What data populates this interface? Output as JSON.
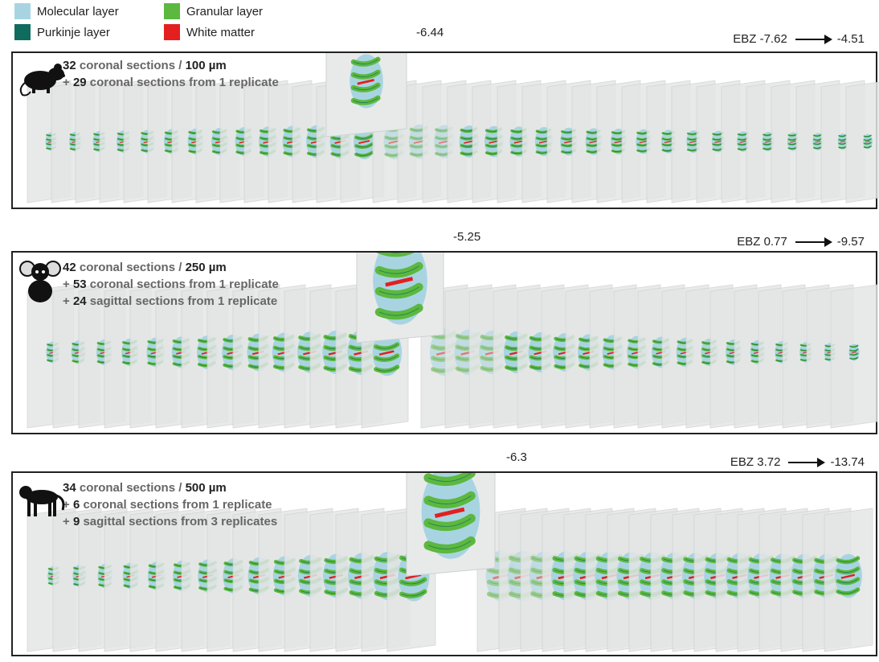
{
  "legend": [
    {
      "label": "Molecular layer",
      "color": "#a8d4e2"
    },
    {
      "label": "Granular layer",
      "color": "#5cb83e"
    },
    {
      "label": "Purkinje layer",
      "color": "#0e6b5e"
    },
    {
      "label": "White matter",
      "color": "#e41f1f"
    }
  ],
  "panels": [
    {
      "id": "mouse",
      "animal_icon": "mouse-icon",
      "line1_count": "32",
      "line1_text": " coronal sections / ",
      "line1_res": "100 µm",
      "extra": [
        {
          "plus": "+ ",
          "count": "29",
          "text": " coronal sections from 1 replicate"
        }
      ],
      "ebz_prefix": "EBZ",
      "ebz_start": "-7.62",
      "ebz_end": "-4.51",
      "highlight_label": "-6.44"
    },
    {
      "id": "marmoset",
      "animal_icon": "marmoset-icon",
      "line1_count": "42",
      "line1_text": " coronal sections / ",
      "line1_res": "250 µm",
      "extra": [
        {
          "plus": "+ ",
          "count": "53",
          "text": " coronal sections from 1 replicate"
        },
        {
          "plus": "+ ",
          "count": "24",
          "text": " sagittal sections from 1 replicate"
        }
      ],
      "ebz_prefix": "EBZ",
      "ebz_start": "0.77",
      "ebz_end": "-9.57",
      "highlight_label": "-5.25"
    },
    {
      "id": "macaque",
      "animal_icon": "macaque-icon",
      "line1_count": "34",
      "line1_text": " coronal sections / ",
      "line1_res": "500 µm",
      "extra": [
        {
          "plus": "+ ",
          "count": "6",
          "text": " coronal sections from 1 replicate"
        },
        {
          "plus": "+ ",
          "count": "9",
          "text": " sagittal sections from 3 replicates"
        }
      ],
      "ebz_prefix": "EBZ",
      "ebz_start": "3.72",
      "ebz_end": "-13.74",
      "highlight_label": "-6.3"
    }
  ]
}
